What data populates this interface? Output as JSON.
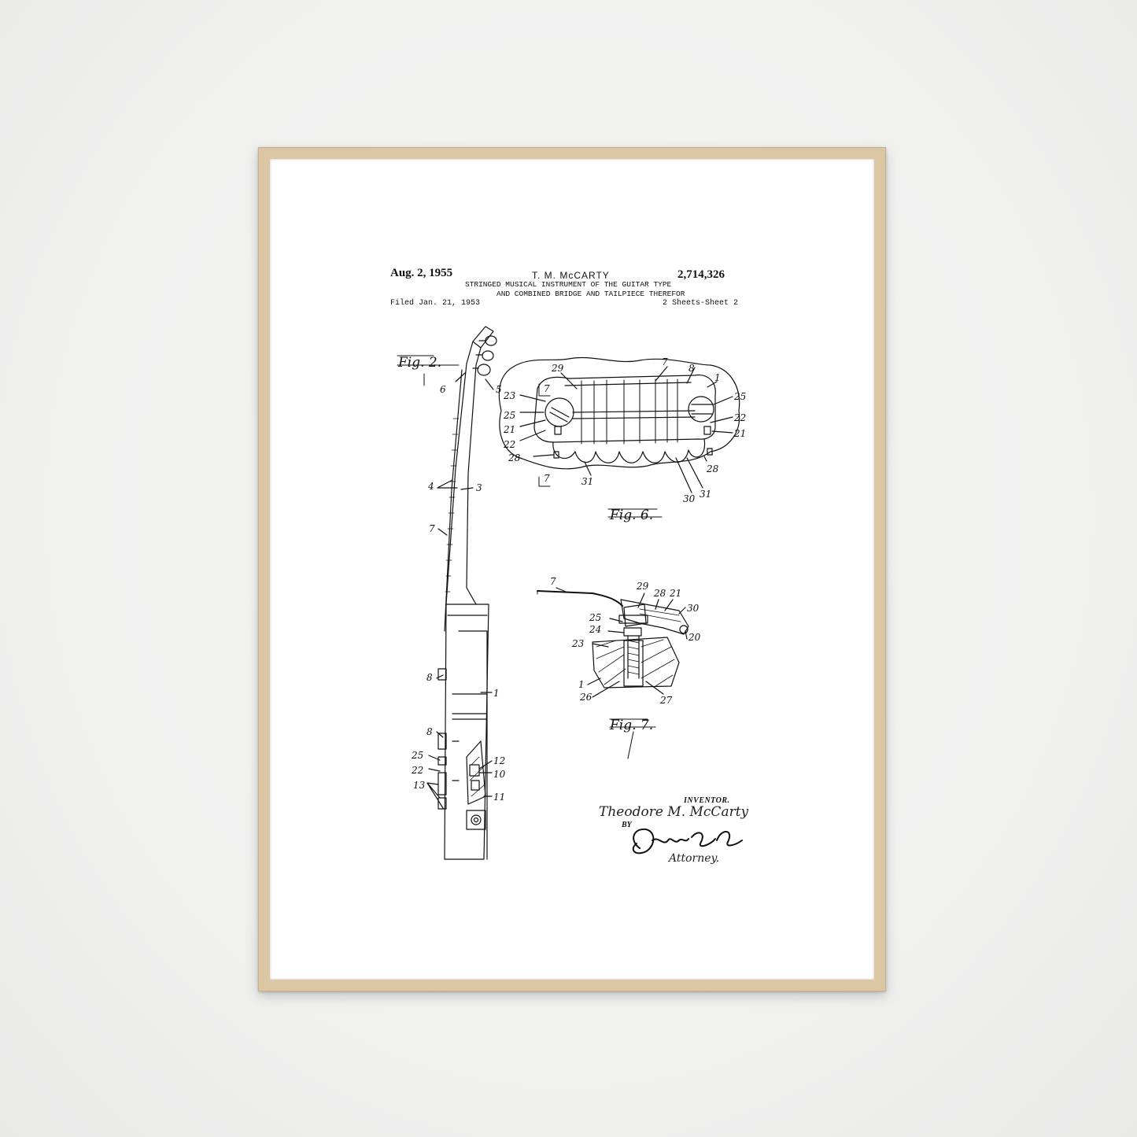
{
  "header": {
    "date": "Aug. 2, 1955",
    "inventor": "T. M. McCARTY",
    "patent_number": "2,714,326",
    "title_line1": "STRINGED MUSICAL INSTRUMENT OF THE GUITAR TYPE",
    "title_line2": "AND COMBINED BRIDGE AND TAILPIECE THEREFOR",
    "filed": "Filed Jan. 21, 1953",
    "sheets": "2 Sheets-Sheet 2"
  },
  "figures": {
    "fig2": "Fig. 2.",
    "fig6": "Fig. 6.",
    "fig7": "Fig. 7."
  },
  "fig2_numbers": [
    "6",
    "5",
    "4",
    "3",
    "7",
    "8",
    "1",
    "8",
    "25",
    "22",
    "13",
    "12",
    "10",
    "11"
  ],
  "fig6_numbers": [
    "29",
    "7",
    "8",
    "1",
    "23",
    "7",
    "25",
    "25",
    "21",
    "22",
    "22",
    "21",
    "28",
    "28",
    "7",
    "31",
    "30",
    "31"
  ],
  "fig7_numbers": [
    "7",
    "29",
    "28",
    "21",
    "25",
    "30",
    "24",
    "20",
    "23",
    "1",
    "26",
    "27"
  ],
  "signature": {
    "inventor_label": "INVENTOR.",
    "inventor_name": "Theodore M. McCarty",
    "by_label": "BY",
    "attorney_label": "Attorney."
  },
  "colors": {
    "frame": "#dcc7a5",
    "wall": "#f1f1f0",
    "paper": "#ffffff",
    "ink": "#111111"
  }
}
